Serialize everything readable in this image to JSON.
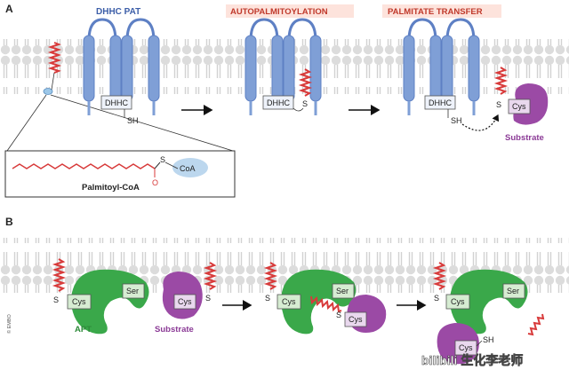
{
  "panel_a": {
    "letter": "A",
    "dhhc_pat_label": "DHHC PAT",
    "autopalmitoylation_label": "AUTOPALMITOYLATION",
    "palmitate_transfer_label": "PALMITATE TRANSFER",
    "dhhc_box_label": "DHHC",
    "sh_label": "SH",
    "s_label": "S",
    "cys_label": "Cys",
    "substrate_label": "Substrate",
    "palmitoyl_coa_label": "Palmitoyl-CoA",
    "coa_s_label": "S",
    "coa_label": "CoA",
    "oxygen_label": "O"
  },
  "panel_b": {
    "letter": "B",
    "cys_label": "Cys",
    "ser_label": "Ser",
    "s_label": "S",
    "sh_label": "SH",
    "apt_label": "APT",
    "substrate_label": "Substrate",
    "copyright": "© EMBO"
  },
  "watermark": "bilibili 生化李老师",
  "colors": {
    "membrane_head": "#d9d9d9",
    "protein_blue": "#7f9fd6",
    "title_blue": "#3c5ea8",
    "title_red": "#c0392b",
    "label_bg": "#fde3dc",
    "palmitate_red": "#d83a3a",
    "apt_green": "#3aa84a",
    "substrate_purple": "#9b4aa5",
    "cys_box_green": "#d6ecd2",
    "cys_box_purple": "#e9d8ee"
  }
}
